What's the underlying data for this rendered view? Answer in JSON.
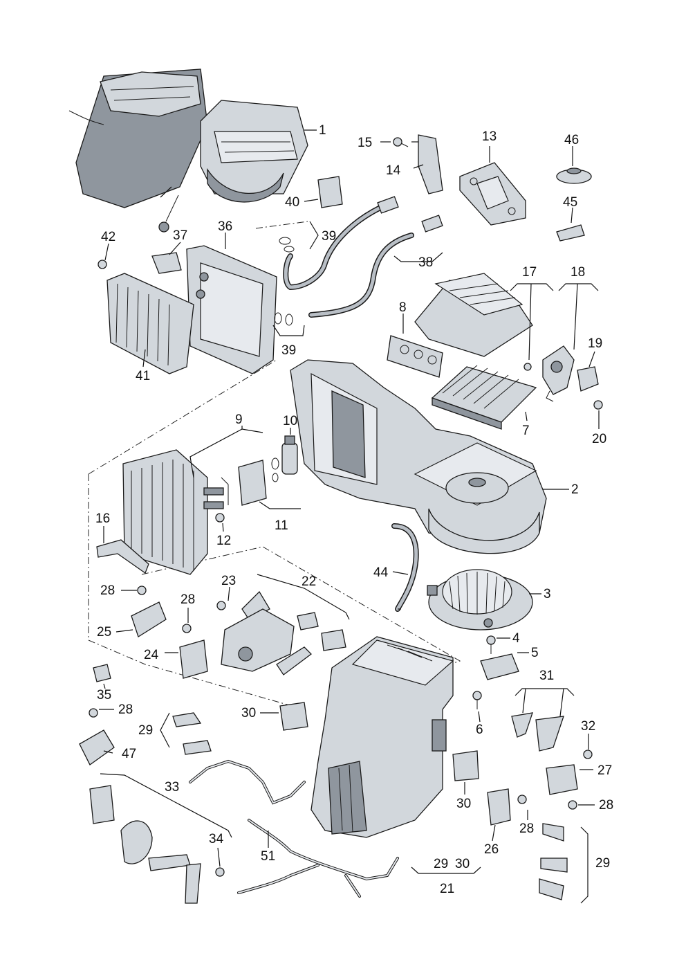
{
  "callouts": [
    {
      "id": "c1",
      "text": "1"
    },
    {
      "id": "c2",
      "text": "2"
    },
    {
      "id": "c3",
      "text": "3"
    },
    {
      "id": "c4",
      "text": "4"
    },
    {
      "id": "c5",
      "text": "5"
    },
    {
      "id": "c6",
      "text": "6"
    },
    {
      "id": "c7",
      "text": "7"
    },
    {
      "id": "c8",
      "text": "8"
    },
    {
      "id": "c9",
      "text": "9"
    },
    {
      "id": "c10",
      "text": "10"
    },
    {
      "id": "c11",
      "text": "11"
    },
    {
      "id": "c12",
      "text": "12"
    },
    {
      "id": "c13",
      "text": "13"
    },
    {
      "id": "c14",
      "text": "14"
    },
    {
      "id": "c15",
      "text": "15"
    },
    {
      "id": "c16",
      "text": "16"
    },
    {
      "id": "c17",
      "text": "17"
    },
    {
      "id": "c18",
      "text": "18"
    },
    {
      "id": "c19",
      "text": "19"
    },
    {
      "id": "c20",
      "text": "20"
    },
    {
      "id": "c21",
      "text": "21"
    },
    {
      "id": "c22",
      "text": "22"
    },
    {
      "id": "c23",
      "text": "23"
    },
    {
      "id": "c24",
      "text": "24"
    },
    {
      "id": "c25",
      "text": "25"
    },
    {
      "id": "c26",
      "text": "26"
    },
    {
      "id": "c27",
      "text": "27"
    },
    {
      "id": "c28a",
      "text": "28"
    },
    {
      "id": "c28b",
      "text": "28"
    },
    {
      "id": "c28c",
      "text": "28"
    },
    {
      "id": "c28d",
      "text": "28"
    },
    {
      "id": "c28e",
      "text": "28"
    },
    {
      "id": "c29a",
      "text": "29"
    },
    {
      "id": "c29b",
      "text": "29"
    },
    {
      "id": "c29c",
      "text": "29"
    },
    {
      "id": "c30a",
      "text": "30"
    },
    {
      "id": "c30b",
      "text": "30"
    },
    {
      "id": "c30c",
      "text": "30"
    },
    {
      "id": "c31",
      "text": "31"
    },
    {
      "id": "c32",
      "text": "32"
    },
    {
      "id": "c33",
      "text": "33"
    },
    {
      "id": "c34",
      "text": "34"
    },
    {
      "id": "c35",
      "text": "35"
    },
    {
      "id": "c36",
      "text": "36"
    },
    {
      "id": "c37",
      "text": "37"
    },
    {
      "id": "c38",
      "text": "38"
    },
    {
      "id": "c39a",
      "text": "39"
    },
    {
      "id": "c39b",
      "text": "39"
    },
    {
      "id": "c40",
      "text": "40"
    },
    {
      "id": "c41",
      "text": "41"
    },
    {
      "id": "c42",
      "text": "42"
    },
    {
      "id": "c44",
      "text": "44"
    },
    {
      "id": "c45",
      "text": "45"
    },
    {
      "id": "c46",
      "text": "46"
    },
    {
      "id": "c47",
      "text": "47"
    },
    {
      "id": "c51",
      "text": "51"
    }
  ],
  "colors": {
    "ink": "#111111",
    "part": "#d2d7dc",
    "shade": "#8f969e",
    "background": "#ffffff"
  }
}
